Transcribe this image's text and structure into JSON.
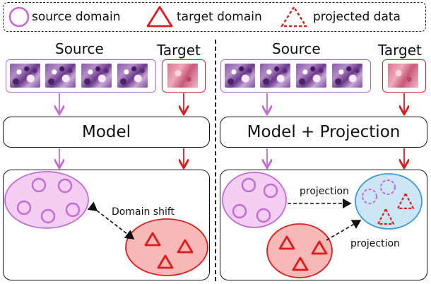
{
  "legend": {
    "source_domain": "source domain",
    "target_domain": "target domain",
    "projected_data": "projected data"
  },
  "left": {
    "source_title": "Source",
    "target_title": "Target",
    "model_label": "Model",
    "shift_label": "Domain shift"
  },
  "right": {
    "source_title": "Source",
    "target_title": "Target",
    "model_label": "Model + Projection",
    "projection_label_top": "projection",
    "projection_label_bottom": "projection"
  },
  "colors": {
    "source": "#c26bd3",
    "source_fill": "#f3cdf2",
    "target": "#e01a1a",
    "target_fill": "#f7b8b8",
    "projected_fill": "#cde6f5",
    "projected_stroke": "#3a9ad9"
  }
}
